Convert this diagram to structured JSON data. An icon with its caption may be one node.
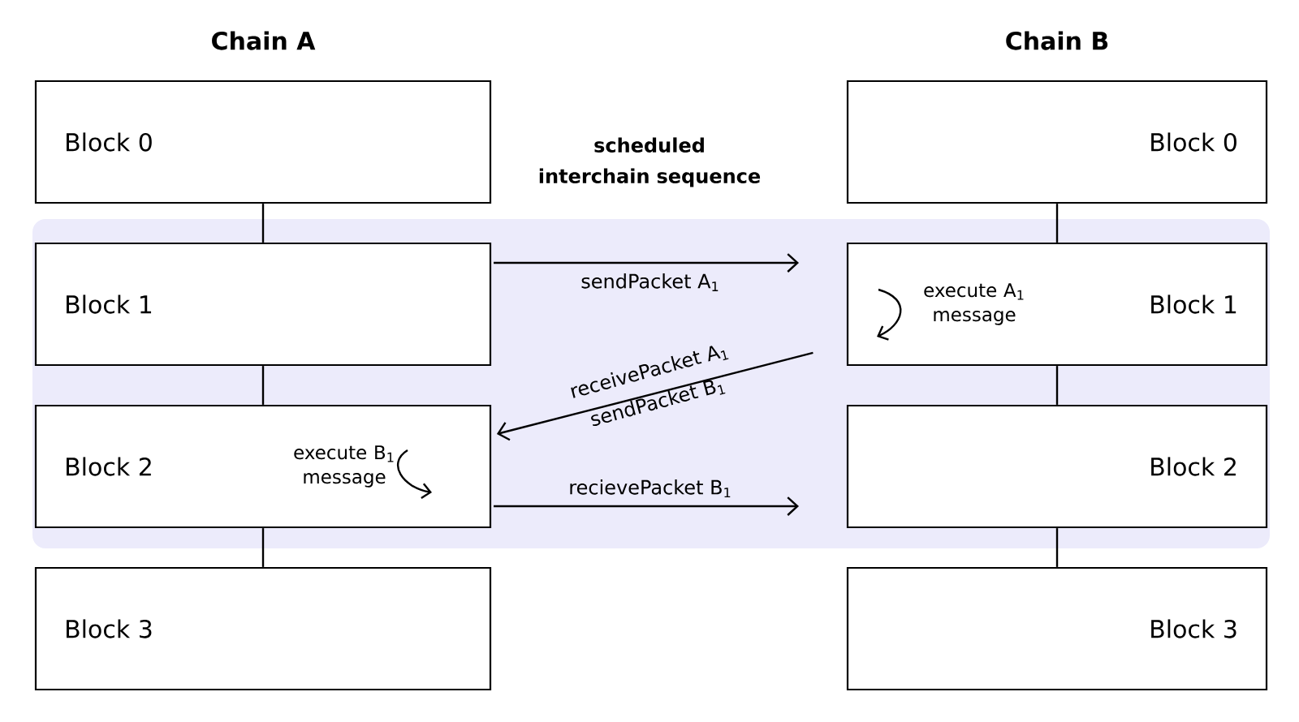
{
  "diagram": {
    "nodes": [
      {
        "text": [
          "scheduled interchain sequence"
        ]
      },
      {
        "text": [
          "Block 0"
        ]
      },
      {
        "text": [
          "Block 1"
        ],
        "in": 0
      },
      {
        "text": [
          "Block 2",
          "execute B$_{1}$ message"
        ],
        "in": 0
      },
      {
        "text": [
          "Block 3"
        ]
      },
      {
        "text": [
          "Block 0"
        ]
      },
      {
        "text": [
          "execute A$_{1}$ message",
          "Block 1"
        ],
        "in": 0
      },
      {
        "text": [
          "Block 2"
        ],
        "in": 0
      },
      {
        "text": [
          "Block 3"
        ]
      }
    ],
    "edges": [
      {
        "from": 1,
        "to": 2,
        "arrow": "none"
      },
      {
        "from": 2,
        "to": 3,
        "arrow": "none"
      },
      {
        "from": 3,
        "to": 4,
        "arrow": "none"
      },
      {
        "from": 5,
        "to": 6,
        "arrow": "none"
      },
      {
        "from": 6,
        "to": 7,
        "arrow": "none"
      },
      {
        "from": 7,
        "to": 8,
        "arrow": "none"
      },
      {
        "from": 2,
        "to": 6,
        "arrow": "to",
        "label": "sendPacket A$_{1}$"
      },
      {
        "from": 6,
        "to": 3,
        "arrow": "to",
        "label": "receivePacket A$_{1}$"
      },
      {
        "from": 3,
        "to": 7,
        "arrow": "to",
        "label": "recievePacket B$_{1}$"
      }
    ],
    "labels": [
      "Chain A",
      "Chain B",
      "sendPacket B$_{1}$"
    ]
  }
}
